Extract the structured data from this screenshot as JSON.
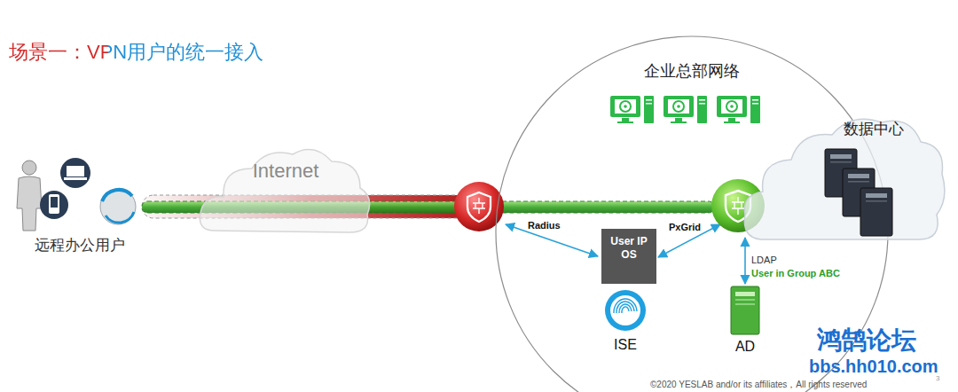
{
  "diagram": {
    "title": "场景一：VPN用户的统一接入",
    "nodes": [
      {
        "text": [
          "企业总部网络"
        ]
      },
      {
        "text": [
          "远程办公用户"
        ]
      },
      {
        "text": [
          "Internet"
        ]
      },
      {
        "text": [
          "数据中心"
        ]
      },
      {
        "text": [
          "User IP OS"
        ],
        "in": 0
      },
      {
        "text": [
          "ISE"
        ],
        "in": 0
      },
      {
        "text": [
          "AD"
        ],
        "in": 0
      }
    ],
    "labels": [
      "Radius",
      "PxGrid",
      "LDAP",
      "User in Group ABC",
      "鸿鹄论坛",
      "bbs.hh010.com",
      "©2020 YESLAB and/or its affiliates，All rights reserved",
      "3"
    ]
  }
}
